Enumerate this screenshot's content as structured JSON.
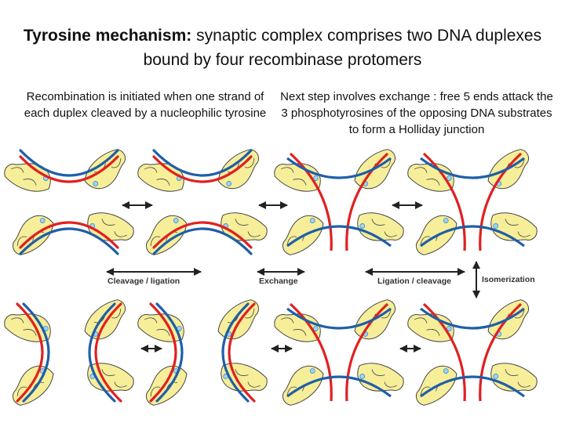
{
  "title": {
    "bold": "Tyrosine mechanism:",
    "rest": " synaptic complex comprises two DNA duplexes bound by four recombinase protomers"
  },
  "captions": {
    "left": "Recombination is initiated when one strand of each duplex cleaved by a nucleophilic tyrosine",
    "right": "Next step involves exchange : free 5 ends attack the 3 phosphotyrosines of the opposing DNA substrates to form a Holliday junction"
  },
  "arrow_labels": {
    "cleavage_ligation": "Cleavage / ligation",
    "exchange": "Exchange",
    "ligation_cleavage": "Ligation / cleavage",
    "isomerization": "Isomerization"
  },
  "colors": {
    "dna_blue": "#1f5fa8",
    "dna_red": "#e02020",
    "protomer_yellow": "#f7ee9a",
    "protomer_outline": "#444444",
    "arrow": "#222222"
  }
}
